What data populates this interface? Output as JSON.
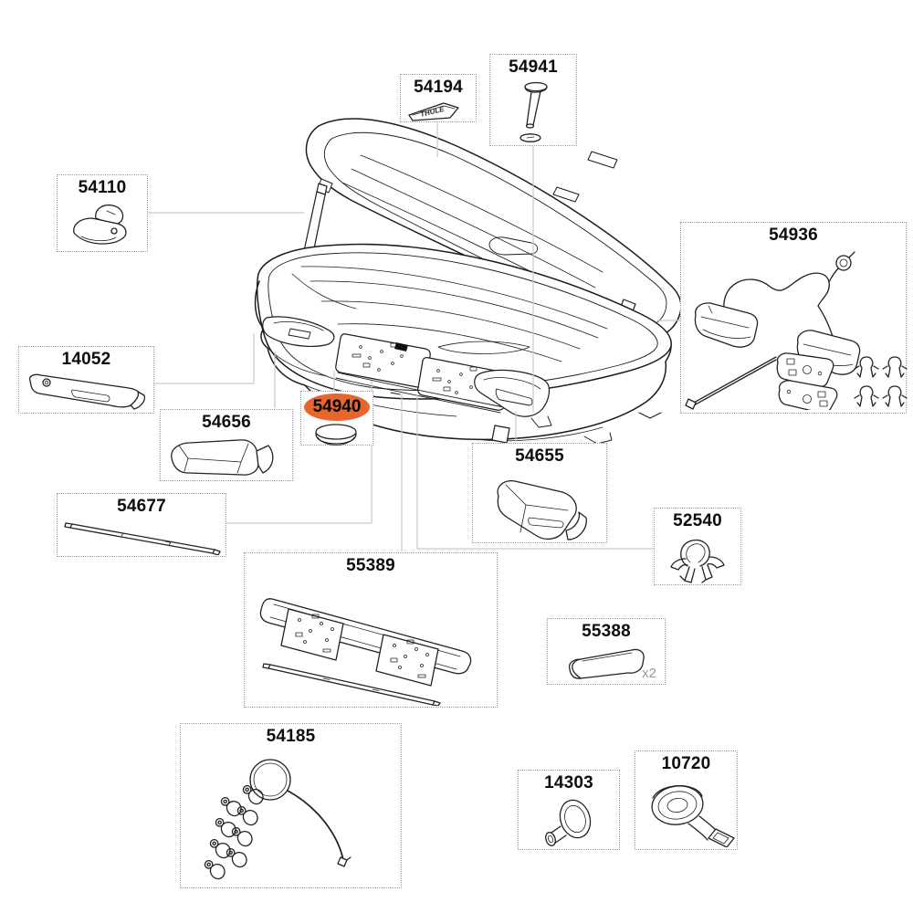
{
  "diagram": {
    "type": "exploded-parts-diagram",
    "product": "roof-cargo-box",
    "sticker_text": "THULE",
    "highlight_color": "#e8662b",
    "line_color": "#1c1c1c",
    "leader_color": "#c9c9c9",
    "parts": [
      {
        "number": "54194"
      },
      {
        "number": "54941"
      },
      {
        "number": "54110"
      },
      {
        "number": "54936"
      },
      {
        "number": "14052"
      },
      {
        "number": "54656"
      },
      {
        "number": "54940",
        "highlighted": true
      },
      {
        "number": "54677"
      },
      {
        "number": "54655"
      },
      {
        "number": "52540"
      },
      {
        "number": "55389"
      },
      {
        "number": "55388",
        "qty": "x2"
      },
      {
        "number": "54185"
      },
      {
        "number": "14303"
      },
      {
        "number": "10720"
      }
    ]
  }
}
